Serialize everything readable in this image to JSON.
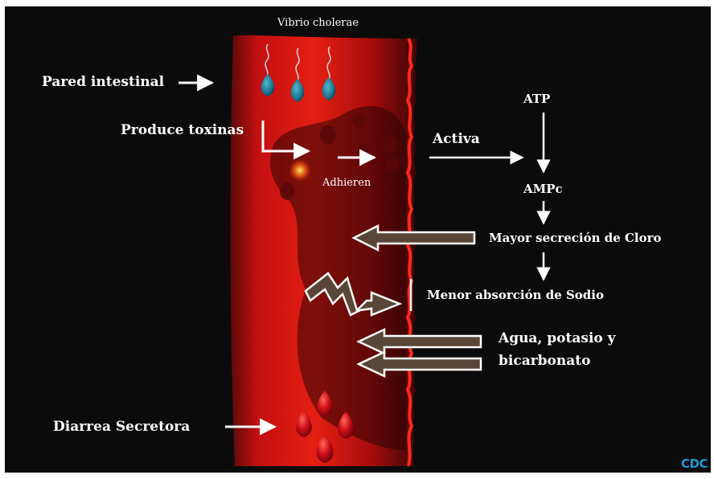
{
  "labels": {
    "vibrio": "Vibrio cholerae",
    "pared": "Pared intestinal",
    "produce": "Produce toxinas",
    "activa": "Activa",
    "adhieren": "Adhieren",
    "atp": "ATP",
    "ampc": "AMPc",
    "cloro": "Mayor secreción de Cloro",
    "sodio": "Menor absorción de Sodio",
    "agua_line1": "Agua, potasio y",
    "agua_line2": "bicarbonato",
    "diarrea": "Diarrea Secretora",
    "credit": "CDC"
  },
  "colors": {
    "background": "#0b0b0c",
    "frame": "#ffffff",
    "wall_red": "#d11414",
    "wall_dark": "#6a0c0c",
    "bacteria": "#1f7a95",
    "credit": "#1a9ad6",
    "hollow_arrow_fill": "#5a4637"
  }
}
